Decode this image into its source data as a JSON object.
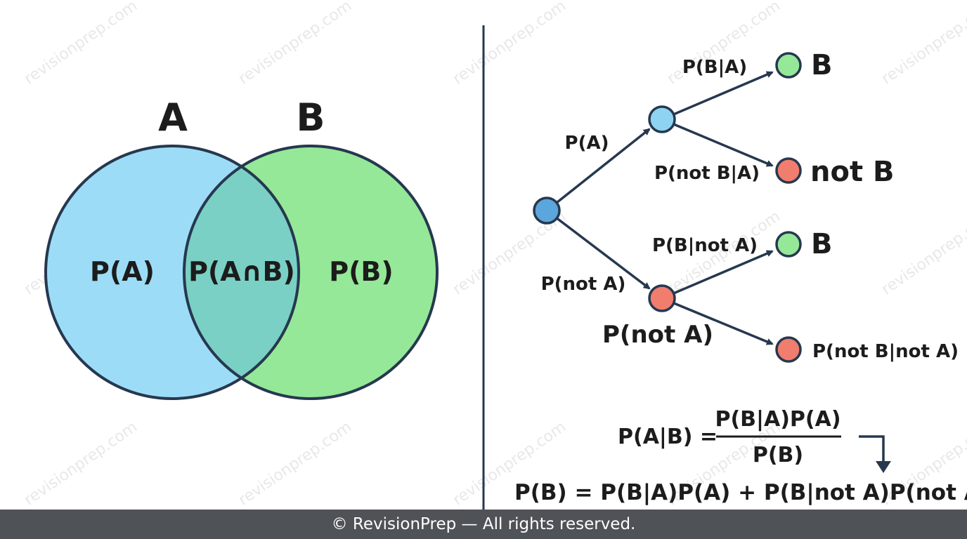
{
  "venn": {
    "set_a_title": "A",
    "set_b_title": "B",
    "region_a_only": "P(A)",
    "region_intersection": "P(A∩B)",
    "region_b_only": "P(B)",
    "colors": {
      "set_a": "#9ddcf6",
      "set_b": "#95e898",
      "overlap": "#7ad0c4",
      "stroke": "#26384f"
    }
  },
  "tree": {
    "branch_a": "P(A)",
    "branch_not_a": "P(not A)",
    "branch_b_given_a": "P(B|A)",
    "branch_not_b_given_a": "P(not B|A)",
    "branch_b_given_not_a": "P(B|not A)",
    "outcome_b_1": "B",
    "outcome_not_b_1": "not B",
    "outcome_b_2": "B",
    "outcome_not_b_given_not_a": "P(not B|not A)",
    "node_label_not_a": "P(not A)",
    "colors": {
      "blue_node": "#5ba6dc",
      "light_blue_node": "#8fd3f2",
      "red_node": "#f07d6e",
      "green_node": "#95e898",
      "edge": "#26384f"
    }
  },
  "formulas": {
    "bayes_lhs": "P(A|B) =",
    "bayes_numerator": "P(B|A)P(A)",
    "bayes_denominator": "P(B)",
    "total_probability": "P(B) = P(B|A)P(A) + P(B|not A)P(not A)"
  },
  "watermark": "revisionprep.com",
  "footer": {
    "text": "© RevisionPrep — All rights reserved."
  }
}
